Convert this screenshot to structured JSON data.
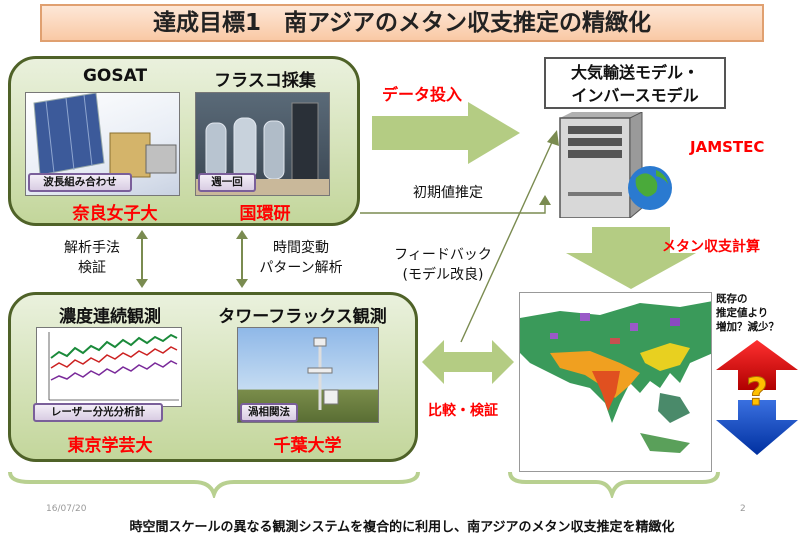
{
  "title": "達成目標1　南アジアのメタン収支推定の精緻化",
  "top_panel": {
    "left_header": "GOSAT",
    "right_header": "フラスコ採集",
    "left_badge": "波長組み合わせ",
    "right_badge": "週一回",
    "left_institution": "奈良女子大",
    "right_institution": "国環研"
  },
  "bottom_panel": {
    "left_header": "濃度連続観測",
    "right_header": "タワーフラックス観測",
    "left_badge": "レーザー分光分析計",
    "right_badge": "渦相関法",
    "left_institution": "東京学芸大",
    "right_institution": "千葉大学"
  },
  "between_labels": {
    "left_line1": "解析手法",
    "left_line2": "検証",
    "right_line1": "時間変動",
    "right_line2": "パターン解析"
  },
  "flow_labels": {
    "data_input": "データ投入",
    "initial_estimate": "初期値推定",
    "feedback_line1": "フィードバック",
    "feedback_line2": "(モデル改良)",
    "compare": "比較・検証",
    "methane_calc": "メタン収支計算"
  },
  "model": {
    "line1": "大気輸送モデル・",
    "line2": "インバースモデル",
    "institution": "JAMSTEC"
  },
  "map_note": {
    "line1": "既存の",
    "line2": "推定値より",
    "line3": "増加？減少？",
    "question": "?"
  },
  "footer": "時空間スケールの異なる観測システムを複合的に利用し、南アジアのメタン収支推定を精緻化",
  "date": "16/07/20",
  "page_number": "2",
  "colors": {
    "panel_border": "#4f6228",
    "panel_fill": "#c3d69b",
    "institution_text": "#ff0000",
    "arrow_green": "#9bbb59",
    "badge_border": "#7a5f9a"
  }
}
